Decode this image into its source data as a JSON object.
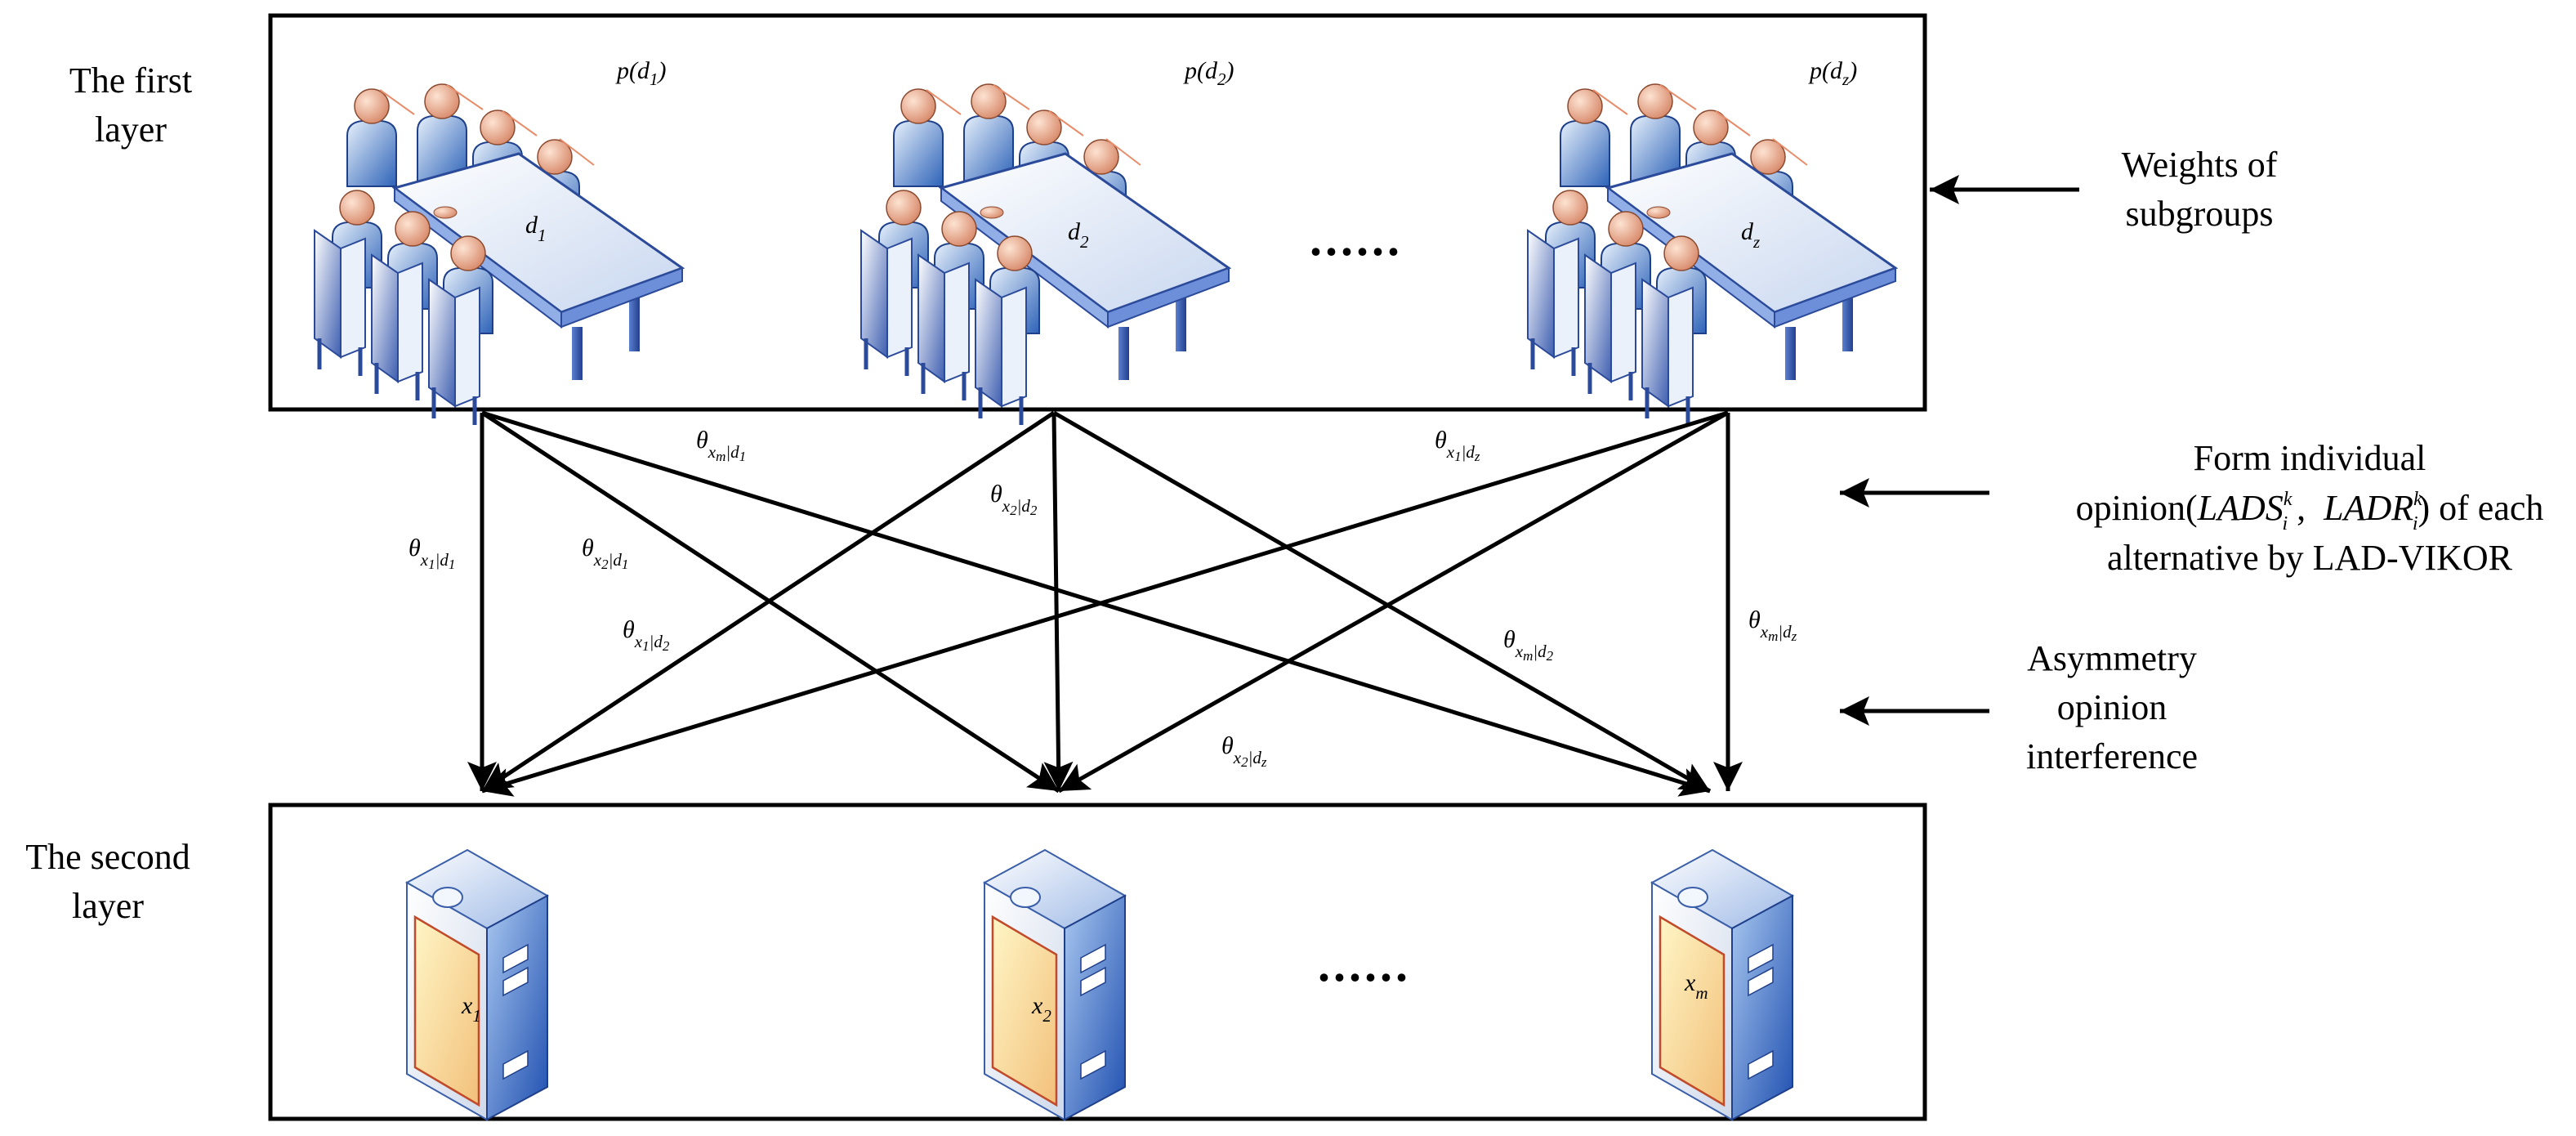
{
  "layer1": {
    "label_line1": "The first",
    "label_line2": "layer",
    "subgroups": [
      {
        "name": "d",
        "sub": "1",
        "weight_fn": "p(",
        "weight_var": "d",
        "weight_sub": "1",
        "weight_close": ")"
      },
      {
        "name": "d",
        "sub": "2",
        "weight_fn": "p(",
        "weight_var": "d",
        "weight_sub": "2",
        "weight_close": ")"
      },
      {
        "name": "d",
        "sub": "z",
        "weight_fn": "p(",
        "weight_var": "d",
        "weight_sub": "z",
        "weight_close": ")"
      }
    ],
    "ellipsis": "......"
  },
  "layer2": {
    "label_line1": "The second",
    "label_line2": "layer",
    "alternatives": [
      {
        "name": "x",
        "sub": "1"
      },
      {
        "name": "x",
        "sub": "2"
      },
      {
        "name": "x",
        "sub": "m"
      }
    ],
    "ellipsis": "......"
  },
  "annotations": {
    "weights": {
      "line1": "Weights of",
      "line2": "subgroups"
    },
    "form_opinion": {
      "line1": "Form individual",
      "line2_pre": "opinion(",
      "lads": "LADS",
      "lads_sup": "k",
      "lads_sub": "i",
      "sep": " ,  ",
      "ladr": "LADR",
      "ladr_sup": "k",
      "ladr_sub": "i",
      "line2_post": ") of each",
      "line3": "alternative by LAD-VIKOR"
    },
    "asymmetry": {
      "line1": "Asymmetry",
      "line2": "opinion",
      "line3": "interference"
    }
  },
  "edges": [
    {
      "theta": "θ",
      "x": "x",
      "xsub": "1",
      "d": "d",
      "dsub": "1"
    },
    {
      "theta": "θ",
      "x": "x",
      "xsub": "2",
      "d": "d",
      "dsub": "1"
    },
    {
      "theta": "θ",
      "x": "x",
      "xsub": "m",
      "d": "d",
      "dsub": "1"
    },
    {
      "theta": "θ",
      "x": "x",
      "xsub": "1",
      "d": "d",
      "dsub": "2"
    },
    {
      "theta": "θ",
      "x": "x",
      "xsub": "2",
      "d": "d",
      "dsub": "2"
    },
    {
      "theta": "θ",
      "x": "x",
      "xsub": "m",
      "d": "d",
      "dsub": "2"
    },
    {
      "theta": "θ",
      "x": "x",
      "xsub": "1",
      "d": "d",
      "dsub": "z"
    },
    {
      "theta": "θ",
      "x": "x",
      "xsub": "2",
      "d": "d",
      "dsub": "z"
    },
    {
      "theta": "θ",
      "x": "x",
      "xsub": "m",
      "d": "d",
      "dsub": "z"
    }
  ]
}
